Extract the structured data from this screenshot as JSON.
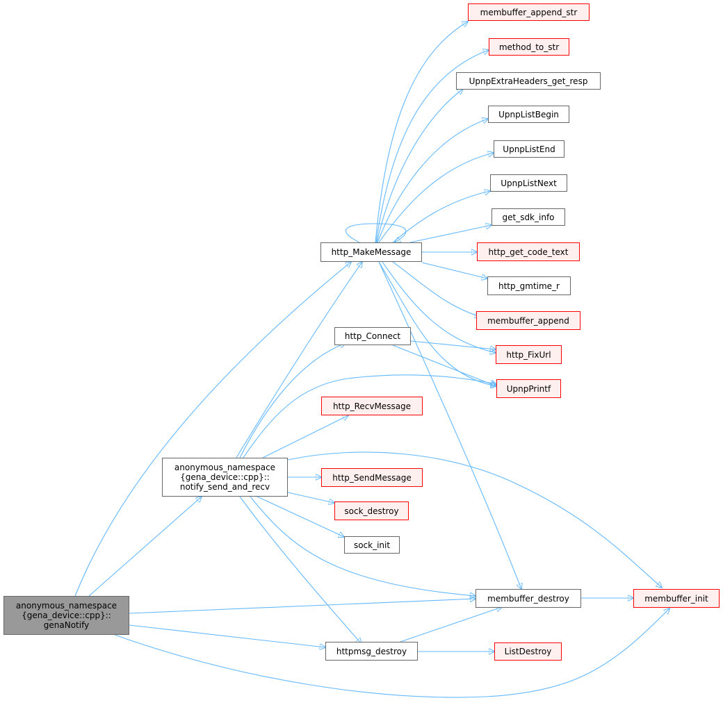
{
  "graph": {
    "root": {
      "label": "anonymous_namespace\n{gena_device::cpp}::\ngenaNotify"
    },
    "nodes": [
      {
        "id": "membuffer_append_str",
        "label": "membuffer_append_str",
        "red": true
      },
      {
        "id": "method_to_str",
        "label": "method_to_str",
        "red": true
      },
      {
        "id": "upnpextraheaders_get_resp",
        "label": "UpnpExtraHeaders_get_resp",
        "red": false
      },
      {
        "id": "upnplistbegin",
        "label": "UpnpListBegin",
        "red": false
      },
      {
        "id": "upnplistend",
        "label": "UpnpListEnd",
        "red": false
      },
      {
        "id": "upnplistnext",
        "label": "UpnpListNext",
        "red": false
      },
      {
        "id": "get_sdk_info",
        "label": "get_sdk_info",
        "red": false
      },
      {
        "id": "http_makemessage",
        "label": "http_MakeMessage",
        "red": false
      },
      {
        "id": "http_get_code_text",
        "label": "http_get_code_text",
        "red": true
      },
      {
        "id": "http_gmtime_r",
        "label": "http_gmtime_r",
        "red": false
      },
      {
        "id": "membuffer_append",
        "label": "membuffer_append",
        "red": true
      },
      {
        "id": "http_connect",
        "label": "http_Connect",
        "red": false
      },
      {
        "id": "http_fixurl",
        "label": "http_FixUrl",
        "red": true
      },
      {
        "id": "upnpprintf",
        "label": "UpnpPrintf",
        "red": true
      },
      {
        "id": "http_recvmessage",
        "label": "http_RecvMessage",
        "red": true
      },
      {
        "id": "notify_send_and_recv",
        "label": "anonymous_namespace\n{gena_device::cpp}::\nnotify_send_and_recv",
        "red": false
      },
      {
        "id": "http_sendmessage",
        "label": "http_SendMessage",
        "red": true
      },
      {
        "id": "sock_destroy",
        "label": "sock_destroy",
        "red": true
      },
      {
        "id": "sock_init",
        "label": "sock_init",
        "red": false
      },
      {
        "id": "membuffer_destroy",
        "label": "membuffer_destroy",
        "red": false
      },
      {
        "id": "membuffer_init",
        "label": "membuffer_init",
        "red": true
      },
      {
        "id": "httpmsg_destroy",
        "label": "httpmsg_destroy",
        "red": false
      },
      {
        "id": "listdestroy",
        "label": "ListDestroy",
        "red": true
      }
    ]
  },
  "colors": {
    "edge": "#63b8ff",
    "node_border": "#666666",
    "red_border": "#ff0000",
    "red_fill": "#fff0f0",
    "root_fill": "#999999"
  }
}
